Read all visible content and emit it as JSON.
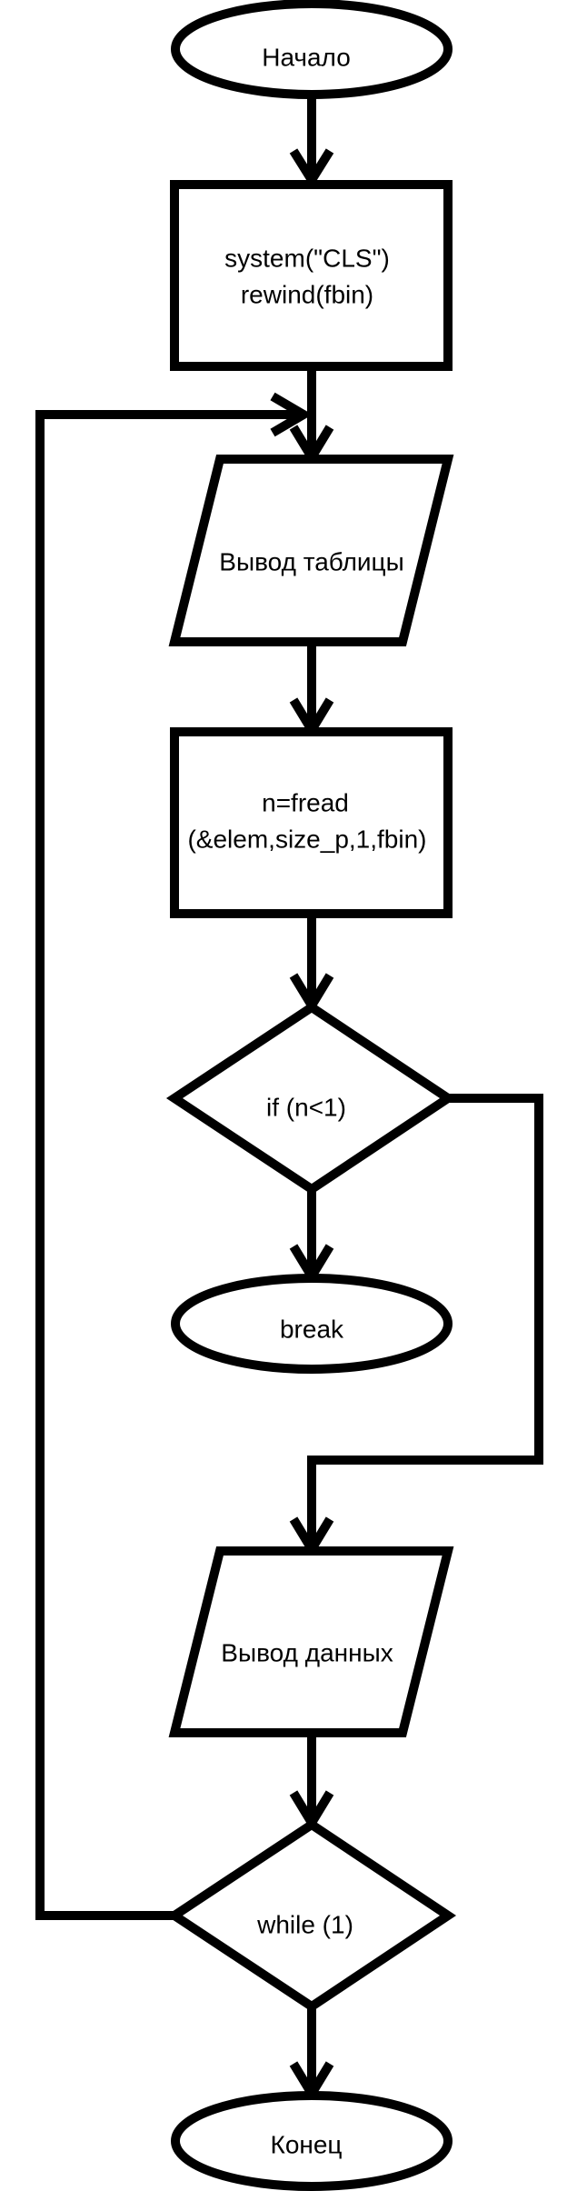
{
  "diagram": {
    "type": "flowchart",
    "nodes": {
      "start": {
        "shape": "terminator",
        "text": "Начало"
      },
      "init": {
        "shape": "process",
        "lines": [
          "system(\"CLS\")",
          "rewind(fbin)"
        ]
      },
      "print_table": {
        "shape": "io",
        "text": "Вывод таблицы"
      },
      "read": {
        "shape": "process",
        "lines": [
          "n=fread",
          "(&elem,size_p,1,fbin)"
        ]
      },
      "check": {
        "shape": "decision",
        "text": "if (n<1)"
      },
      "brk": {
        "shape": "terminator",
        "text": "break"
      },
      "print_data": {
        "shape": "io",
        "text": "Вывод данных"
      },
      "loop": {
        "shape": "decision",
        "text": "while (1)"
      },
      "end": {
        "shape": "terminator",
        "text": "Конец"
      }
    },
    "edges": [
      {
        "from": "start",
        "to": "init"
      },
      {
        "from": "init",
        "to": "print_table"
      },
      {
        "from": "print_table",
        "to": "read"
      },
      {
        "from": "read",
        "to": "check"
      },
      {
        "from": "check",
        "to": "brk"
      },
      {
        "from": "check",
        "to": "print_data"
      },
      {
        "from": "print_data",
        "to": "loop"
      },
      {
        "from": "loop",
        "to": "end"
      },
      {
        "from": "loop",
        "to": "print_table"
      }
    ],
    "colors": {
      "stroke": "#000000",
      "fill": "#ffffff",
      "background": "#ffffff"
    }
  }
}
